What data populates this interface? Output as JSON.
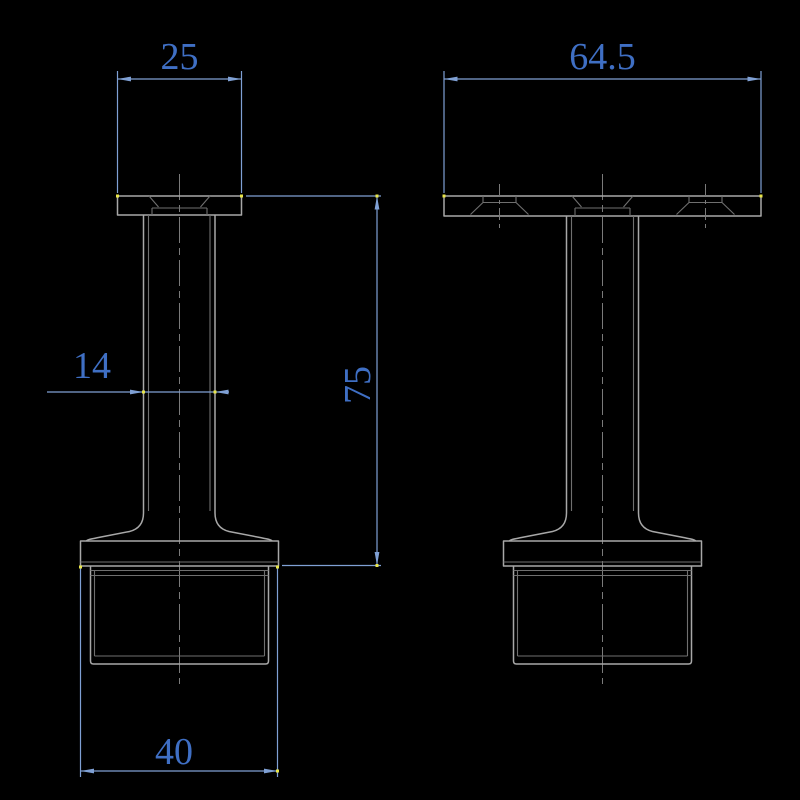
{
  "colors": {
    "background": "#000000",
    "line_bright": "#a8a8a8",
    "line_dim": "#6f6f6f",
    "line_center": "#7a7a7a",
    "dim_line": "#7fa0d4",
    "dim_text": "#3f6fc4",
    "marker": "#e9e64a"
  },
  "dims": {
    "cap_width": "25",
    "plate_width": "64.5",
    "stem_diameter": "14",
    "overall_height": "75",
    "base_diameter": "40"
  }
}
